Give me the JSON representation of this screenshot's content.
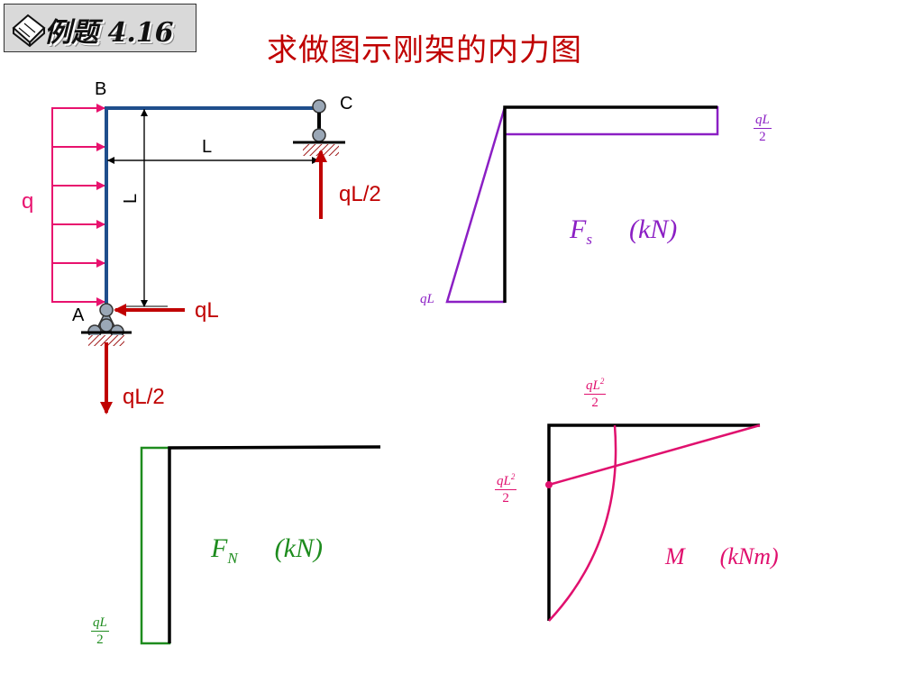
{
  "header": {
    "badge_text": "例题  4.16",
    "title": "求做图示刚架的内力图"
  },
  "frame_diagram": {
    "node_b": "B",
    "node_c": "C",
    "node_a": "A",
    "load_q": "q",
    "dim_horizontal": "L",
    "dim_vertical": "L",
    "reaction_c": "qL/2",
    "reaction_a_horizontal": "qL",
    "reaction_a_vertical": "qL/2"
  },
  "shear_diagram": {
    "top_value": {
      "num": "qL",
      "den": "2"
    },
    "bottom_value": "qL",
    "symbol": "F",
    "subscript": "s",
    "unit": "(kN)",
    "color": "#8b1fc4"
  },
  "normal_diagram": {
    "value": {
      "num": "qL",
      "den": "2"
    },
    "symbol": "F",
    "subscript": "N",
    "unit": "(kN)",
    "color": "#1e8c1e"
  },
  "moment_diagram": {
    "top_value": {
      "num": "qL",
      "sup": "2",
      "den": "2"
    },
    "left_value": {
      "num": "qL",
      "sup": "2",
      "den": "2"
    },
    "symbol": "M",
    "unit": "(kNm)",
    "color": "#e0106e"
  },
  "colors": {
    "title": "#c00000",
    "load": "#e8126e",
    "reaction": "#c00000",
    "member": "#1f4e8c",
    "frame": "#000000"
  }
}
